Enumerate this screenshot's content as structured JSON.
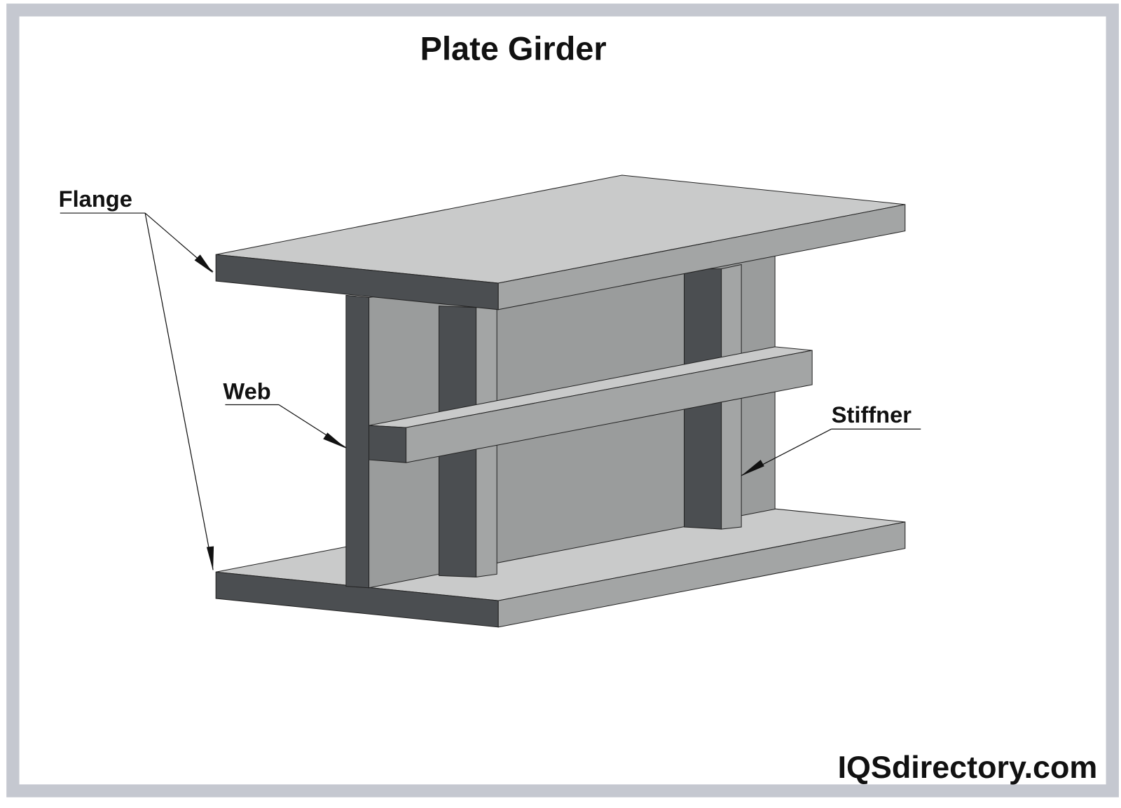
{
  "title": "Plate Girder",
  "labels": {
    "flange": "Flange",
    "web": "Web",
    "stiffener": "Stiffner"
  },
  "watermark": "IQSdirectory.com",
  "colors": {
    "frame": "#c5c8d0",
    "dark_face": "#4b4e51",
    "light_face": "#c9caca",
    "mid_face": "#a3a5a5"
  }
}
